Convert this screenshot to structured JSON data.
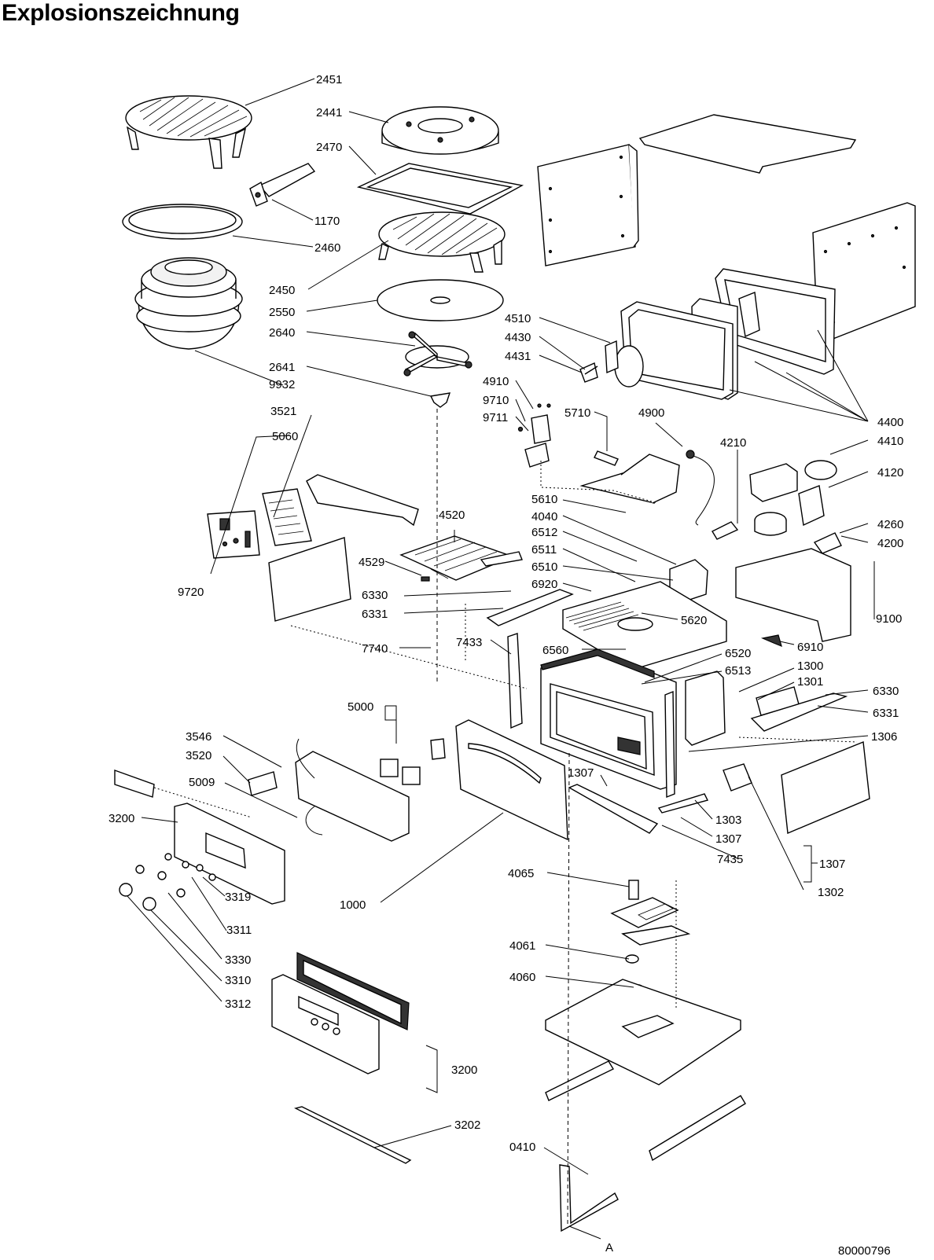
{
  "title": "Explosionszeichnung",
  "drawing_number": "80000796",
  "view_marker": "A",
  "callouts": [
    {
      "id": "c2451",
      "label": "2451"
    },
    {
      "id": "c2441",
      "label": "2441"
    },
    {
      "id": "c2470",
      "label": "2470"
    },
    {
      "id": "c1170",
      "label": "1170"
    },
    {
      "id": "c2460",
      "label": "2460"
    },
    {
      "id": "c2450",
      "label": "2450"
    },
    {
      "id": "c2550",
      "label": "2550"
    },
    {
      "id": "c2640",
      "label": "2640"
    },
    {
      "id": "c2641",
      "label": "2641"
    },
    {
      "id": "c9932",
      "label": "9932"
    },
    {
      "id": "c4510",
      "label": "4510"
    },
    {
      "id": "c4430",
      "label": "4430"
    },
    {
      "id": "c4431",
      "label": "4431"
    },
    {
      "id": "c4400",
      "label": "4400"
    },
    {
      "id": "c4410",
      "label": "4410"
    },
    {
      "id": "c4120",
      "label": "4120"
    },
    {
      "id": "c4260",
      "label": "4260"
    },
    {
      "id": "c4200",
      "label": "4200"
    },
    {
      "id": "c9100",
      "label": "9100"
    },
    {
      "id": "c6910",
      "label": "6910"
    },
    {
      "id": "c3521",
      "label": "3521"
    },
    {
      "id": "c5060",
      "label": "5060"
    },
    {
      "id": "c9720",
      "label": "9720"
    },
    {
      "id": "c4910",
      "label": "4910"
    },
    {
      "id": "c9710",
      "label": "9710"
    },
    {
      "id": "c9711",
      "label": "9711"
    },
    {
      "id": "c5710",
      "label": "5710"
    },
    {
      "id": "c4900",
      "label": "4900"
    },
    {
      "id": "c4210",
      "label": "4210"
    },
    {
      "id": "c5610",
      "label": "5610"
    },
    {
      "id": "c4040",
      "label": "4040"
    },
    {
      "id": "c6512",
      "label": "6512"
    },
    {
      "id": "c6511",
      "label": "6511"
    },
    {
      "id": "c6510",
      "label": "6510"
    },
    {
      "id": "c6920",
      "label": "6920"
    },
    {
      "id": "c5620",
      "label": "5620"
    },
    {
      "id": "c4520",
      "label": "4520"
    },
    {
      "id": "c4529",
      "label": "4529"
    },
    {
      "id": "c6330a",
      "label": "6330"
    },
    {
      "id": "c6331a",
      "label": "6331"
    },
    {
      "id": "c7740",
      "label": "7740"
    },
    {
      "id": "c7433",
      "label": "7433"
    },
    {
      "id": "c6560",
      "label": "6560"
    },
    {
      "id": "c6520",
      "label": "6520"
    },
    {
      "id": "c6513",
      "label": "6513"
    },
    {
      "id": "c1300",
      "label": "1300"
    },
    {
      "id": "c1301",
      "label": "1301"
    },
    {
      "id": "c6330b",
      "label": "6330"
    },
    {
      "id": "c6331b",
      "label": "6331"
    },
    {
      "id": "c1306",
      "label": "1306"
    },
    {
      "id": "c5000",
      "label": "5000"
    },
    {
      "id": "c3546",
      "label": "3546"
    },
    {
      "id": "c3520",
      "label": "3520"
    },
    {
      "id": "c5009",
      "label": "5009"
    },
    {
      "id": "c3200a",
      "label": "3200"
    },
    {
      "id": "c1307a",
      "label": "1307"
    },
    {
      "id": "c1303",
      "label": "1303"
    },
    {
      "id": "c1307b",
      "label": "1307"
    },
    {
      "id": "c7435",
      "label": "7435"
    },
    {
      "id": "c1307c",
      "label": "1307"
    },
    {
      "id": "c1302",
      "label": "1302"
    },
    {
      "id": "c3319",
      "label": "3319"
    },
    {
      "id": "c1000",
      "label": "1000"
    },
    {
      "id": "c3311",
      "label": "3311"
    },
    {
      "id": "c4065",
      "label": "4065"
    },
    {
      "id": "c3330",
      "label": "3330"
    },
    {
      "id": "c3310",
      "label": "3310"
    },
    {
      "id": "c3312",
      "label": "3312"
    },
    {
      "id": "c4061",
      "label": "4061"
    },
    {
      "id": "c4060",
      "label": "4060"
    },
    {
      "id": "c3200b",
      "label": "3200"
    },
    {
      "id": "c3202",
      "label": "3202"
    },
    {
      "id": "c0410",
      "label": "0410"
    }
  ]
}
